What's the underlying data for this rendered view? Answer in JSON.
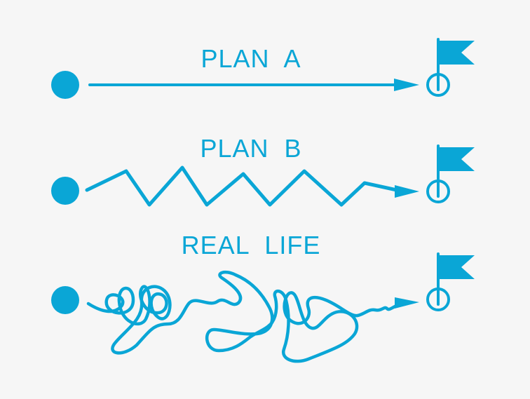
{
  "colors": {
    "background": "#f6f6f6",
    "accent": "#0aa6d6"
  },
  "rows": [
    {
      "id": "plan-a",
      "label": "PLAN  A",
      "start_icon": "start-dot-icon",
      "end_icon": "flag-icon",
      "path_style": "straight"
    },
    {
      "id": "plan-b",
      "label": "PLAN  B",
      "start_icon": "start-dot-icon",
      "end_icon": "flag-icon",
      "path_style": "zigzag"
    },
    {
      "id": "real-life",
      "label": "REAL  LIFE",
      "start_icon": "start-dot-icon",
      "end_icon": "flag-icon",
      "path_style": "tangled"
    }
  ]
}
